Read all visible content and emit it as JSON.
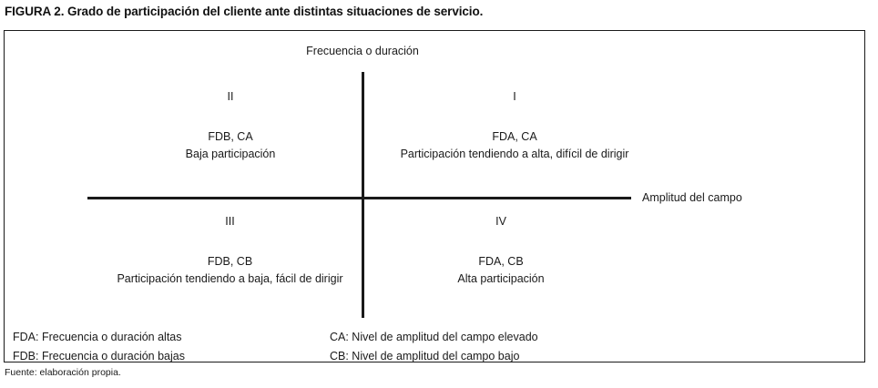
{
  "figure": {
    "title": "FIGURA 2. Grado de participación del cliente ante distintas situaciones de servicio.",
    "source": "Fuente: elaboración propia."
  },
  "chart_data": {
    "type": "table",
    "title": "Grado de participación del cliente ante distintas situaciones de servicio.",
    "xlabel": "Amplitud del campo",
    "ylabel": "Frecuencia o duración",
    "grid": false,
    "legend_position": "bottom",
    "quadrants": [
      {
        "roman": "I",
        "position": "top-right",
        "code": "FDA, CA",
        "desc": "Participación tendiendo a alta, difícil de dirigir"
      },
      {
        "roman": "II",
        "position": "top-left",
        "code": "FDB, CA",
        "desc": "Baja participación"
      },
      {
        "roman": "III",
        "position": "bottom-left",
        "code": "FDB, CB",
        "desc": "Participación tendiendo a baja, fácil de dirigir"
      },
      {
        "roman": "IV",
        "position": "bottom-right",
        "code": "FDA, CB",
        "desc": "Alta participación"
      }
    ],
    "legend": {
      "left": [
        "FDA: Frecuencia o duración altas",
        "FDB: Frecuencia o duración bajas"
      ],
      "right": [
        "CA: Nivel de amplitud del campo elevado",
        "CB: Nivel de amplitud del campo bajo"
      ]
    }
  },
  "colors": {
    "ink": "#1a1a1a",
    "background": "#ffffff",
    "border": "#1a1a1a"
  }
}
